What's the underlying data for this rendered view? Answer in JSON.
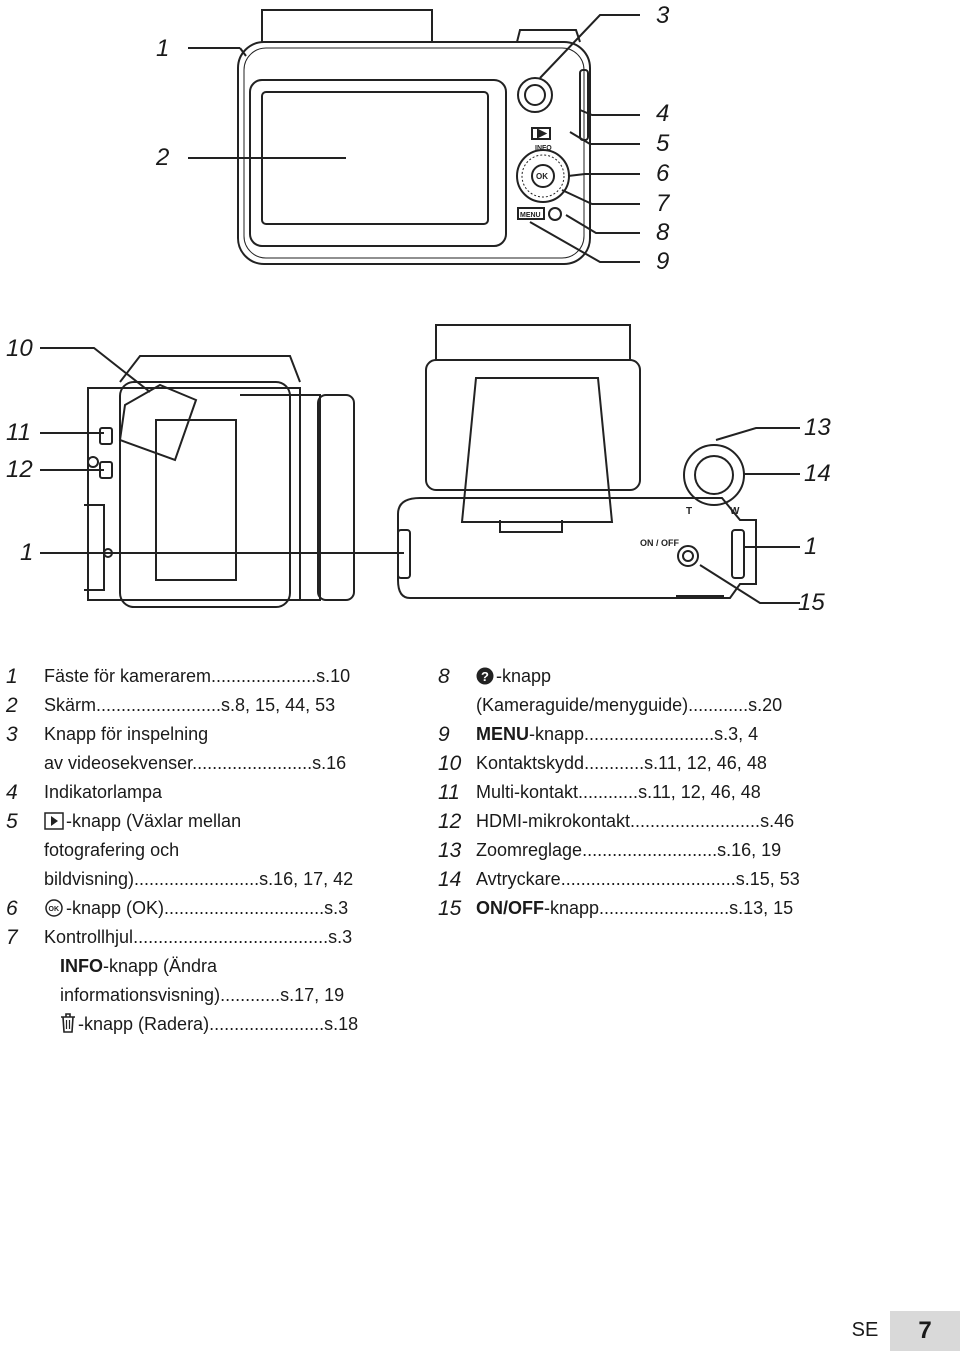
{
  "callouts": {
    "c1a": "1",
    "c2": "2",
    "c3": "3",
    "c4": "4",
    "c5": "5",
    "c6": "6",
    "c7": "7",
    "c8": "8",
    "c9": "9",
    "c10": "10",
    "c11": "11",
    "c12": "12",
    "c1b": "1",
    "c13": "13",
    "c14": "14",
    "c1c": "1",
    "c15": "15"
  },
  "camera_labels": {
    "info": "INFO",
    "ok": "OK",
    "menu": "MENU",
    "on_off": "ON / OFF",
    "t": "T",
    "w": "W"
  },
  "left_list": [
    {
      "num": "1",
      "text": "Fäste för kamerarem",
      "ref": "s.10"
    },
    {
      "num": "2",
      "text": "Skärm",
      "ref": "s.8, 15, 44, 53"
    },
    {
      "num": "3",
      "text": "Knapp för inspelning"
    },
    {
      "text": "av videosekvenser",
      "ref": "s.16"
    },
    {
      "num": "4",
      "text": "Indikatorlampa"
    },
    {
      "num": "5",
      "text": "-knapp (Växlar mellan"
    },
    {
      "text": "fotografering och"
    },
    {
      "text": "bildvisning)",
      "ref": "s.16, 17, 42"
    },
    {
      "num": "6",
      "text": "-knapp (OK)",
      "ref": "s.3"
    },
    {
      "num": "7",
      "text": "Kontrollhjul",
      "ref": "s.3"
    },
    {
      "sub_label": "INFO",
      "text": "-knapp (Ändra"
    },
    {
      "text": "informationsvisning)",
      "ref": "s.17, 19"
    },
    {
      "text": "-knapp (Radera)",
      "ref": "s.18"
    }
  ],
  "right_list": [
    {
      "num": "8",
      "text": "-knapp"
    },
    {
      "text": "(Kameraguide/menyguide)",
      "ref": "s.20"
    },
    {
      "num": "9",
      "label": "MENU",
      "text": "-knapp",
      "ref": "s.3, 4"
    },
    {
      "num": "10",
      "text": "Kontaktskydd",
      "ref": "s.11, 12, 46, 48"
    },
    {
      "num": "11",
      "text": "Multi-kontakt",
      "ref": "s.11, 12, 46, 48"
    },
    {
      "num": "12",
      "text": "HDMI-mikrokontakt",
      "ref": "s.46"
    },
    {
      "num": "13",
      "text": "Zoomreglage",
      "ref": "s.16, 19"
    },
    {
      "num": "14",
      "text": "Avtryckare",
      "ref": "s.15, 53"
    },
    {
      "num": "15",
      "label": "ON/OFF",
      "text": "-knapp",
      "ref": "s.13, 15"
    }
  ],
  "footer": {
    "lang": "SE",
    "page": "7"
  }
}
